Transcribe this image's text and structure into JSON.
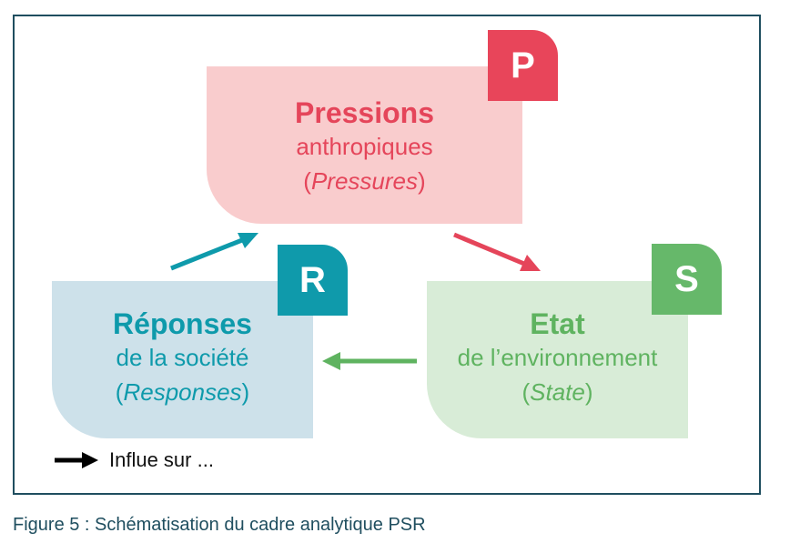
{
  "diagram": {
    "pressions": {
      "title": "Pressions",
      "line2": "anthropiques",
      "paren_open": "(",
      "english": "Pressures",
      "paren_close": ")",
      "tag": "P",
      "color": "#e5455a",
      "box_color": "#f9cccd"
    },
    "reponses": {
      "title": "Réponses",
      "line2": "de la société",
      "paren_open": "(",
      "english": "Responses",
      "paren_close": ")",
      "tag": "R",
      "color": "#0e9aab",
      "box_color": "#cde1ea"
    },
    "etat": {
      "title": "Etat",
      "line2": "de l’environnement",
      "paren_open": "(",
      "english": "State",
      "paren_close": ")",
      "tag": "S",
      "color": "#5fb360",
      "box_color": "#d8ecd7"
    },
    "edges": [
      {
        "from": "Réponses",
        "to": "Pressions"
      },
      {
        "from": "Pressions",
        "to": "Etat"
      },
      {
        "from": "Etat",
        "to": "Réponses"
      }
    ],
    "legend": {
      "text": "Influe sur ..."
    }
  },
  "caption": "Figure 5 : Schématisation du cadre analytique PSR"
}
